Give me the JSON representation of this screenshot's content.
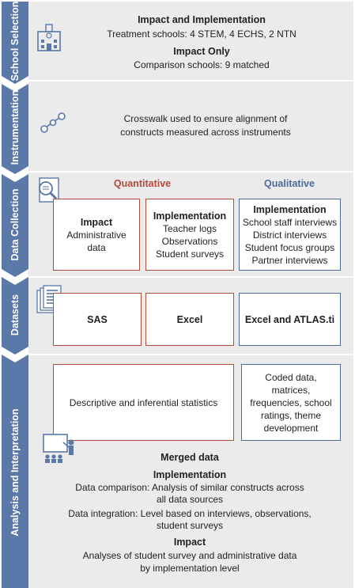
{
  "sections": {
    "school_selection": "School Selection",
    "instrumentation": "Instrumentation",
    "data_collection": "Data Collection",
    "datasets": "Datasets",
    "analysis": "Analysis and Interpretation"
  },
  "school_selection": {
    "heading1": "Impact and Implementation",
    "line1": "Treatment schools: 4 STEM, 4 ECHS, 2 NTN",
    "heading2": "Impact Only",
    "line2": "Comparison schools: 9 matched"
  },
  "instrumentation": {
    "line1": "Crosswalk used to ensure alignment of",
    "line2": "constructs measured across instruments"
  },
  "data_collection": {
    "quant_head": "Quantitative",
    "qual_head": "Qualitative",
    "box1": {
      "title": "Impact",
      "lines": [
        "Administrative",
        "data"
      ]
    },
    "box2": {
      "title": "Implementation",
      "lines": [
        "Teacher logs",
        "Observations",
        "Student surveys"
      ]
    },
    "box3": {
      "title": "Implementation",
      "lines": [
        "School staff interviews",
        "District interviews",
        "Student focus groups",
        "Partner interviews"
      ]
    }
  },
  "datasets": {
    "box1": "SAS",
    "box2": "Excel",
    "box3": "Excel and ATLAS.ti"
  },
  "analysis": {
    "box1": "Descriptive and inferential statistics",
    "box2_lines": [
      "Coded data,",
      "matrices,",
      "frequencies, school",
      "ratings, theme",
      "development"
    ],
    "merged": "Merged data",
    "impl_head": "Implementation",
    "impl_lines": [
      "Data comparison: Analysis of similar constructs across",
      "all data sources",
      "Data integration: Level based on interviews, observations,",
      "student surveys"
    ],
    "impact_head": "Impact",
    "impact_lines": [
      "Analyses of student survey and administrative data",
      "by implementation level"
    ]
  },
  "colors": {
    "sidebar": "#5a78a8",
    "band": "#ebebec",
    "quant": "#b34a3a",
    "qual": "#4d6a9c"
  }
}
